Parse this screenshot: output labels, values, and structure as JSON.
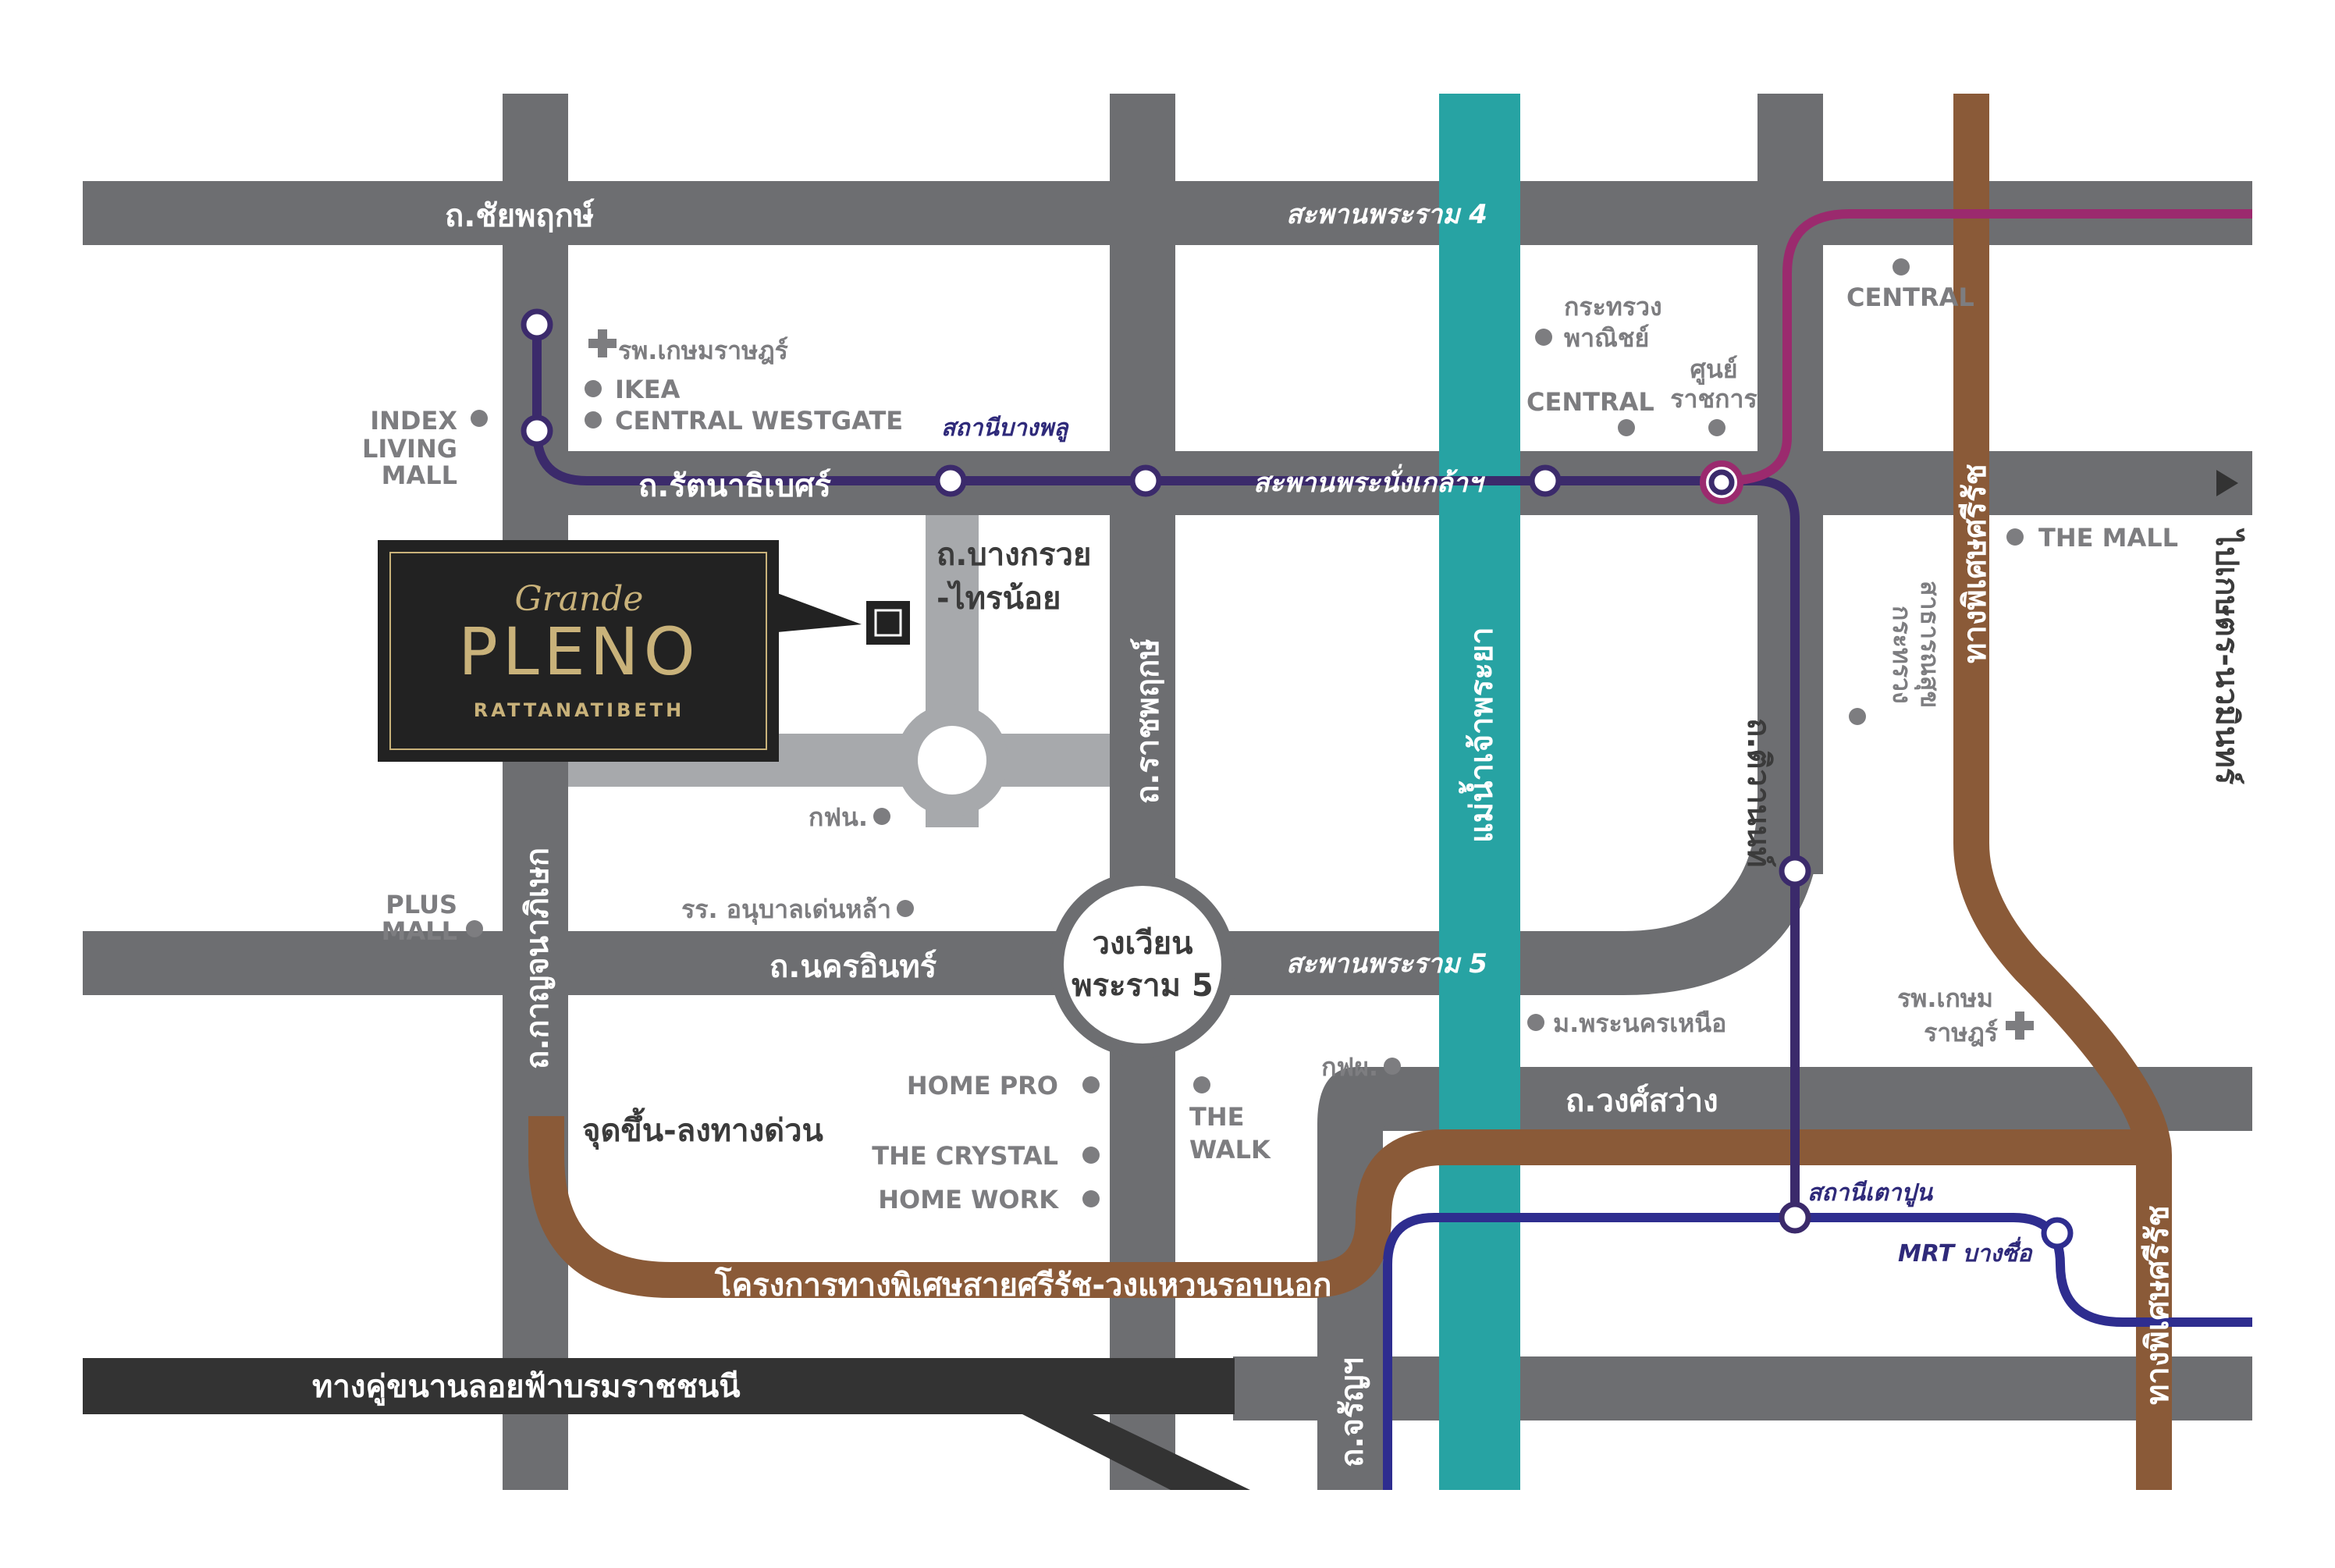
{
  "colors": {
    "road": "#6d6e71",
    "road_light": "#a7a9ac",
    "river": "#27a3a3",
    "purple_line": "#3b2a6b",
    "magenta_line": "#9b2a6e",
    "blue_line": "#2e2d8f",
    "brown_expressway": "#8a5a38",
    "elevated_road": "#333333",
    "poi_dot": "#7d7d80",
    "logo_bg": "#222222",
    "logo_gold": "#c9b27a"
  },
  "roads": {
    "chaiyaphruek": "ถ.ชัยพฤกษ์",
    "rama4_bridge": "สะพานพระราม 4",
    "rattanathibet": "ถ.รัตนาธิเบศร์",
    "nang_klao_bridge": "สะพานพระนั่งเกล้าฯ",
    "bang_kruai_sai_noi": [
      "ถ.บางกรวย",
      "-ไทรน้อย"
    ],
    "ratchaphruek": "ถ.ราชพฤกษ์",
    "tiwanon": "ถ.ติวานนท์",
    "kanchanaphisek": "ถ.กาญจนาภิเษก",
    "nakhon_in": "ถ.นครอินทร์",
    "rama5_bridge": "สะพานพระราม 5",
    "wong_sawang": "ถ.วงศ์สว่าง",
    "charan": "ถ.จรัญฯ",
    "kaset_nawamin": "ไปเกษตร-นวมินทร์",
    "sirat_expressway_top": "ทางพิเศษศรีรัช",
    "sirat_expressway_bottom": "ทางพิเศษศรีรัช",
    "sirat_outer_ring": "โครงการทางพิเศษสายศรีรัช-วงแหวนรอบนอก",
    "borommaratchachonnani": "ทางคู่ขนานลอยฟ้าบรมราชชนนี",
    "river": "แม่น้ำเจ้าพระยา",
    "expressway_access": "จุดขึ้น-ลงทางด่วน"
  },
  "roundabout": {
    "line1": "วงเวียน",
    "line2": "พระราม 5"
  },
  "stations": {
    "bang_phlu": "สถานีบางพลู",
    "tao_poon": "สถานีเตาปูน",
    "mrt_bang_sue": "MRT บางซื่อ"
  },
  "pois": {
    "kasemrad": "รพ.เกษมราษฎร์",
    "ikea": "IKEA",
    "central_westgate": "CENTRAL WESTGATE",
    "index_living_mall": [
      "INDEX",
      "LIVING",
      "MALL"
    ],
    "commerce_ministry": [
      "กระทรวง",
      "พาณิชย์"
    ],
    "government_center": [
      "ศูนย์",
      "ราชการ"
    ],
    "central_mid": "CENTRAL",
    "central_top": "CENTRAL",
    "the_mall": "THE MALL",
    "public_health_ministry": [
      "กระทรวง",
      "สาธารณสุข"
    ],
    "egat_north": "กฟน.",
    "kindergarten": "รร. อนุบาลเด่นหล้า",
    "plus_mall": [
      "PLUS",
      "MALL"
    ],
    "kmutnb": "ม.พระนครเหนือ",
    "egat_south": "กฟผ.",
    "kasemrad2": [
      "รพ.เกษม",
      "ราษฎร์"
    ],
    "home_pro": "HOME PRO",
    "the_crystal": "THE CRYSTAL",
    "home_work": "HOME WORK",
    "the_walk": [
      "THE",
      "WALK"
    ]
  },
  "logo": {
    "script": "Grande",
    "name": "PLENO",
    "subtitle": "RATTANATIBETH"
  }
}
